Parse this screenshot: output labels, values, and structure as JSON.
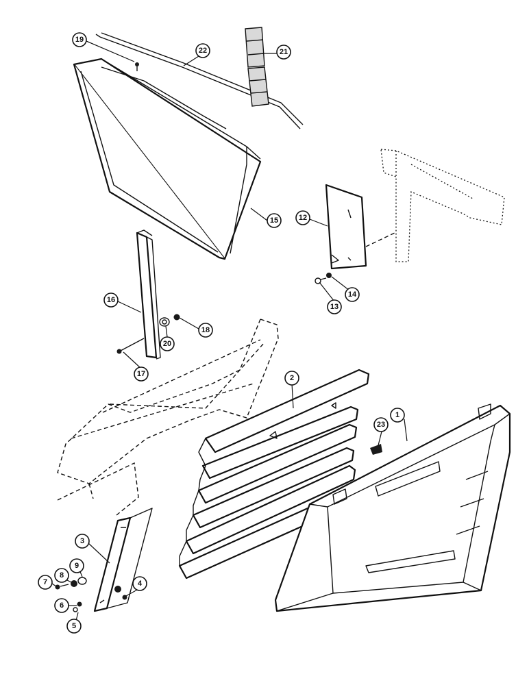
{
  "diagram": {
    "callouts": [
      "1",
      "2",
      "3",
      "4",
      "5",
      "6",
      "7",
      "8",
      "9",
      "12",
      "13",
      "14",
      "15",
      "16",
      "17",
      "18",
      "19",
      "20",
      "21",
      "22",
      "23"
    ]
  }
}
